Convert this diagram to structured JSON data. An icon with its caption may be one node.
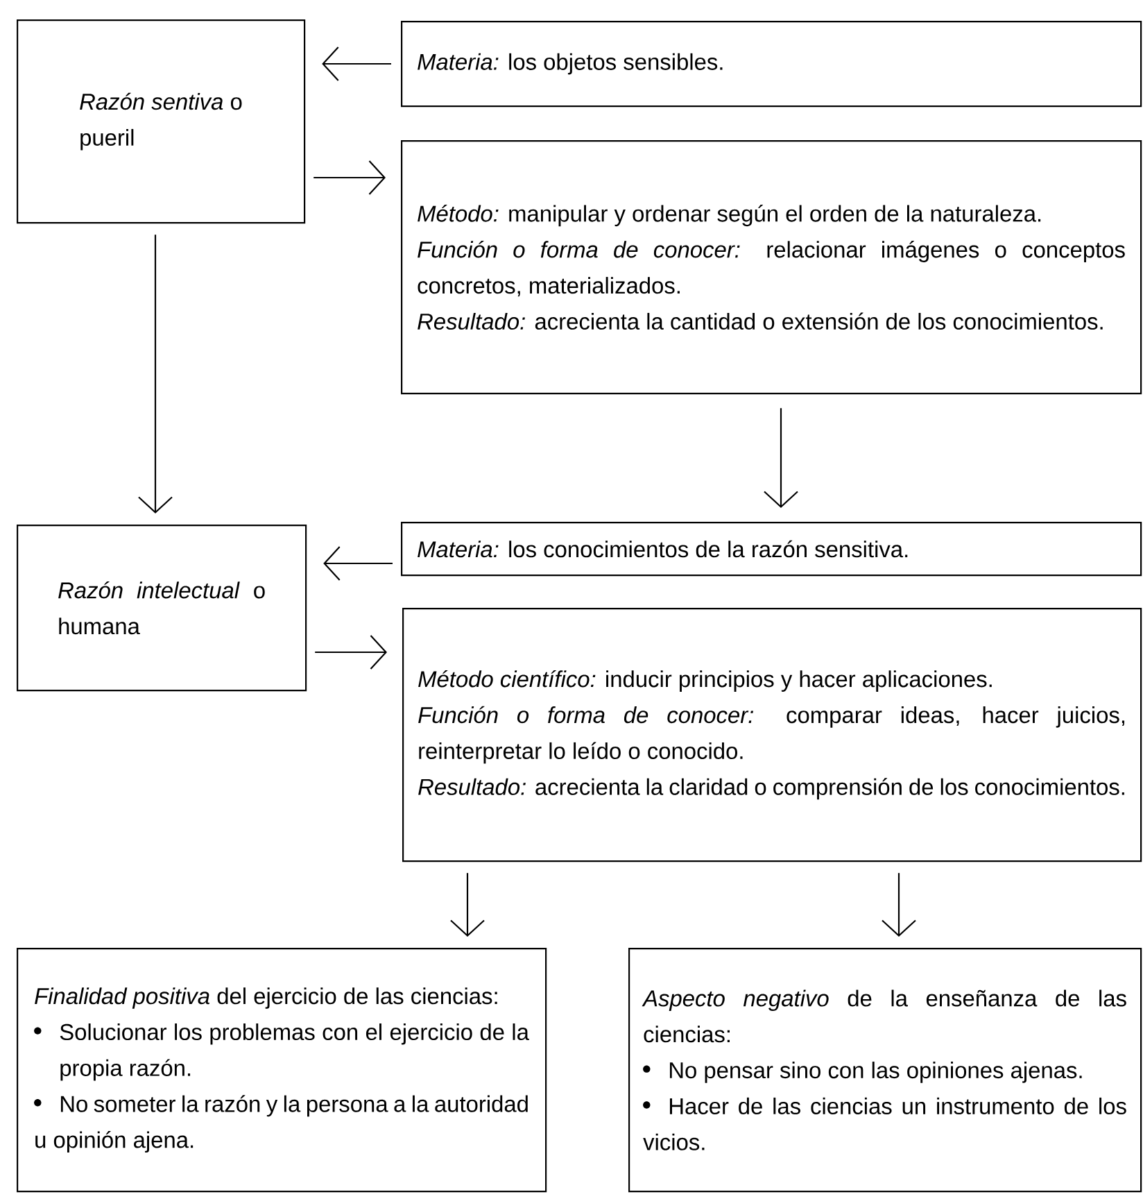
{
  "diagram": {
    "nodes": [
      {
        "text": [
          "*Razón sentiva* o pueril"
        ]
      },
      {
        "text": [
          "*Materia:* los objetos sensibles."
        ]
      },
      {
        "text": [
          "*Método:* manipular y ordenar según el orden de la naturaleza.",
          "*Función o forma de conocer:* relacionar imágenes o conceptos concretos, materializados.",
          "*Resultado:* acrecienta la cantidad o extensión de los conocimientos."
        ]
      },
      {
        "text": [
          "*Razón intelectual* o humana"
        ]
      },
      {
        "text": [
          "*Materia:* los conocimientos de la razón sensitiva."
        ]
      },
      {
        "text": [
          "*Método científico:* inducir principios y hacer aplicaciones.",
          "*Función o forma de conocer:* comparar ideas, hacer juicios, reinterpretar lo leído o conocido.",
          "*Resultado:* acrecienta la claridad o comprensión de los conocimientos."
        ]
      },
      {
        "text": [
          "*Finalidad positiva* del ejercicio de las ciencias:",
          "Solucionar los problemas con el ejercicio de la propia razón.",
          "No someter la razón y la persona a la autoridad u opinión ajena."
        ]
      },
      {
        "text": [
          "*Aspecto negativo* de la enseñanza de las ciencias:",
          "No pensar sino con las opiniones ajenas.",
          "Hacer de las ciencias un instrumento de los vicios."
        ]
      }
    ],
    "edges": [
      {
        "from": 1,
        "to": 0,
        "arrow": "to"
      },
      {
        "from": 0,
        "to": 2,
        "arrow": "to"
      },
      {
        "from": 0,
        "to": 3,
        "arrow": "to"
      },
      {
        "from": 2,
        "to": 4,
        "arrow": "to"
      },
      {
        "from": 4,
        "to": 3,
        "arrow": "to"
      },
      {
        "from": 3,
        "to": 5,
        "arrow": "to"
      },
      {
        "from": 5,
        "to": 6,
        "arrow": "to"
      },
      {
        "from": 5,
        "to": 7,
        "arrow": "to"
      }
    ]
  }
}
